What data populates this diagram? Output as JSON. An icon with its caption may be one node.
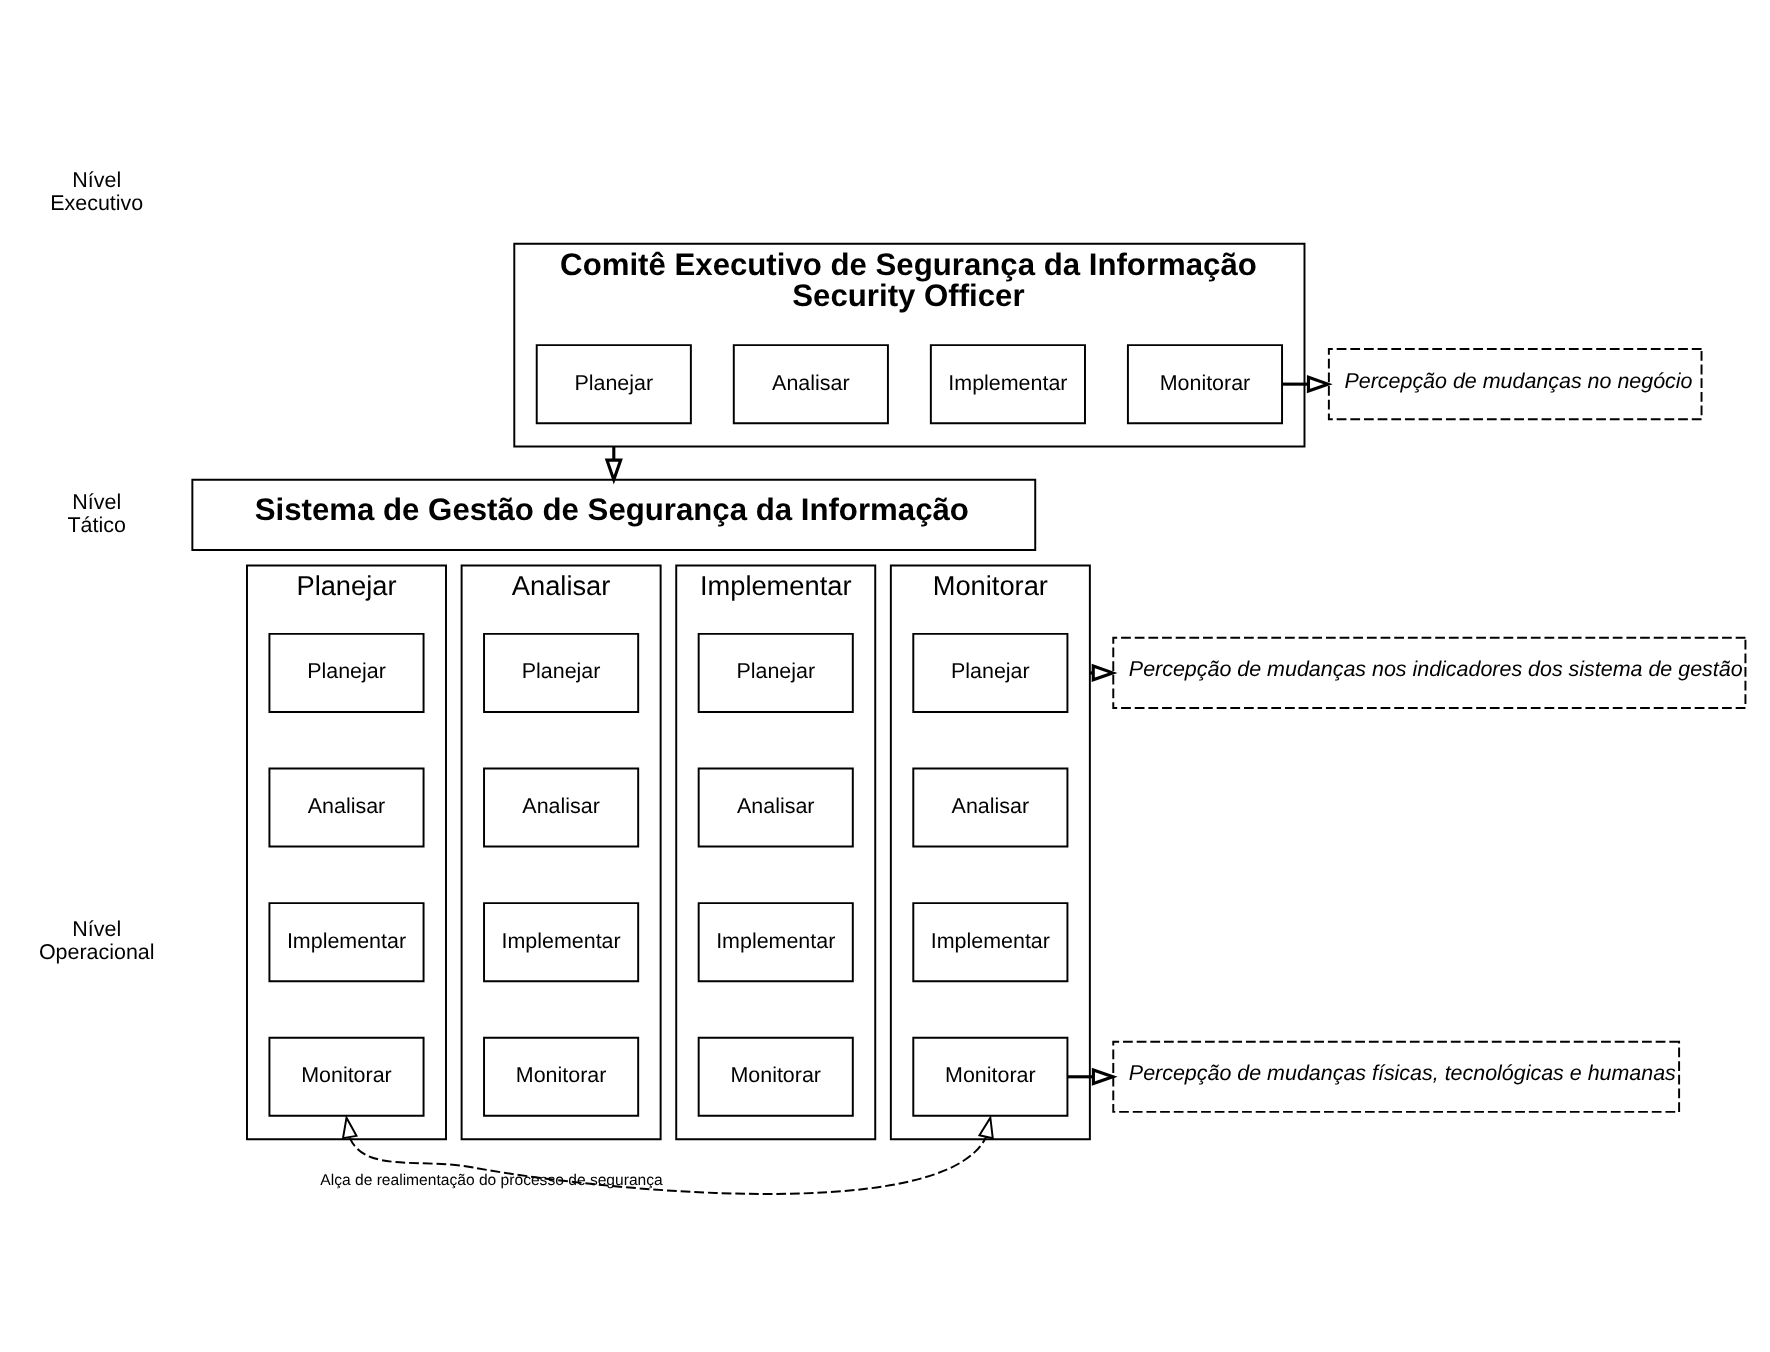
{
  "diagram": {
    "nodes": [
      {
        "text": [
          "Comitê Executivo de Segurança da Informação",
          "Security Officer"
        ]
      },
      {
        "text": [
          "Planejar"
        ],
        "in": 0
      },
      {
        "text": [
          "Analisar"
        ],
        "in": 0
      },
      {
        "text": [
          "Implementar"
        ],
        "in": 0
      },
      {
        "text": [
          "Monitorar"
        ],
        "in": 0
      },
      {
        "text": [
          "Percepção de mudanças no negócio"
        ]
      },
      {
        "text": [
          "Sistema de Gestão de Segurança da Informação"
        ]
      },
      {
        "text": [
          "Planejar"
        ]
      },
      {
        "text": [
          "Planejar"
        ],
        "in": 7
      },
      {
        "text": [
          "Analisar"
        ],
        "in": 7
      },
      {
        "text": [
          "Implementar"
        ],
        "in": 7
      },
      {
        "text": [
          "Monitorar"
        ],
        "in": 7
      },
      {
        "text": [
          "Analisar"
        ]
      },
      {
        "text": [
          "Planejar"
        ],
        "in": 12
      },
      {
        "text": [
          "Analisar"
        ],
        "in": 12
      },
      {
        "text": [
          "Implementar"
        ],
        "in": 12
      },
      {
        "text": [
          "Monitorar"
        ],
        "in": 12
      },
      {
        "text": [
          "Implementar"
        ]
      },
      {
        "text": [
          "Planejar"
        ],
        "in": 17
      },
      {
        "text": [
          "Analisar"
        ],
        "in": 17
      },
      {
        "text": [
          "Implementar"
        ],
        "in": 17
      },
      {
        "text": [
          "Monitorar"
        ],
        "in": 17
      },
      {
        "text": [
          "Monitorar"
        ]
      },
      {
        "text": [
          "Planejar"
        ],
        "in": 22
      },
      {
        "text": [
          "Analisar"
        ],
        "in": 22
      },
      {
        "text": [
          "Implementar"
        ],
        "in": 22
      },
      {
        "text": [
          "Monitorar"
        ],
        "in": 22
      },
      {
        "text": [
          "Percepção de mudanças nos indicadores dos sistema de gestão"
        ]
      },
      {
        "text": [
          "Percepção de mudanças físicas, tecnológicas e humanas"
        ]
      }
    ],
    "edges": [
      {
        "from": 4,
        "to": 5,
        "arrow": "to"
      },
      {
        "from": 0,
        "to": 6,
        "arrow": "to"
      },
      {
        "from": 22,
        "to": 27,
        "arrow": "to"
      },
      {
        "from": 26,
        "to": 28,
        "arrow": "to"
      },
      {
        "from": 7,
        "to": 22,
        "arrow": "both",
        "style": "dashed",
        "label": "Alça de realimentação do processo de segurança"
      }
    ],
    "labels": [
      "Nível Executivo",
      "Nível Tático",
      "Nível Operacional"
    ]
  }
}
